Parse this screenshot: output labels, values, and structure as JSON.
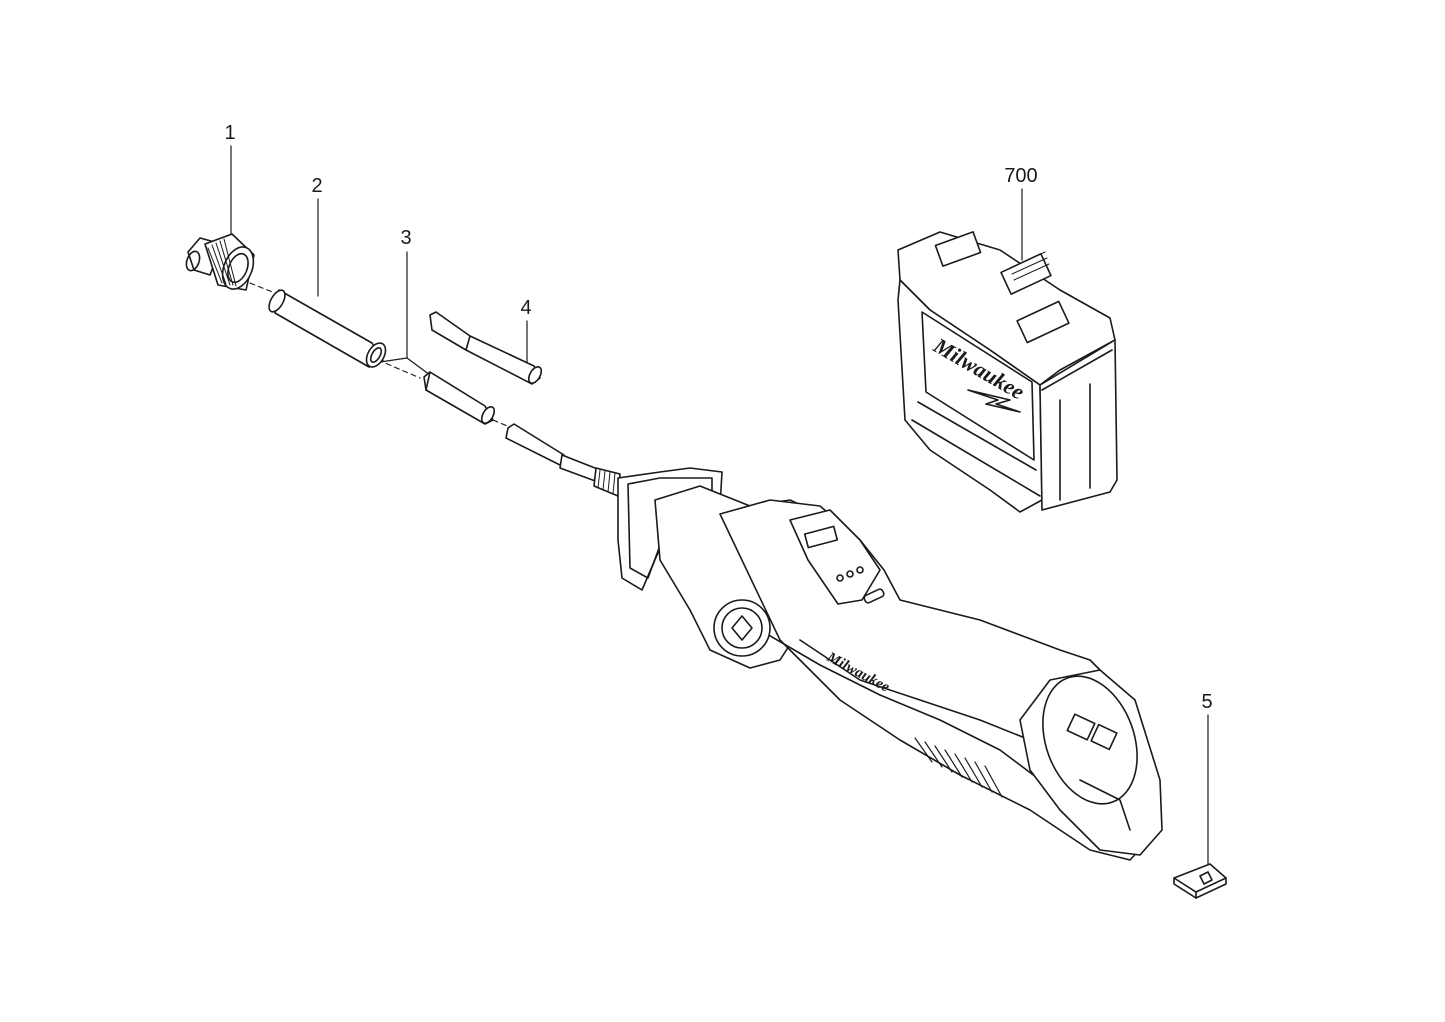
{
  "callouts": [
    {
      "id": "1",
      "label": "1"
    },
    {
      "id": "2",
      "label": "2"
    },
    {
      "id": "3",
      "label": "3"
    },
    {
      "id": "4",
      "label": "4"
    },
    {
      "id": "5",
      "label": "5"
    },
    {
      "id": "700",
      "label": "700"
    }
  ],
  "brand": {
    "case_logo": "Milwaukee",
    "tool_logo": "Milwaukee"
  },
  "colors": {
    "line": "#1a1a1a",
    "background": "#ffffff"
  }
}
